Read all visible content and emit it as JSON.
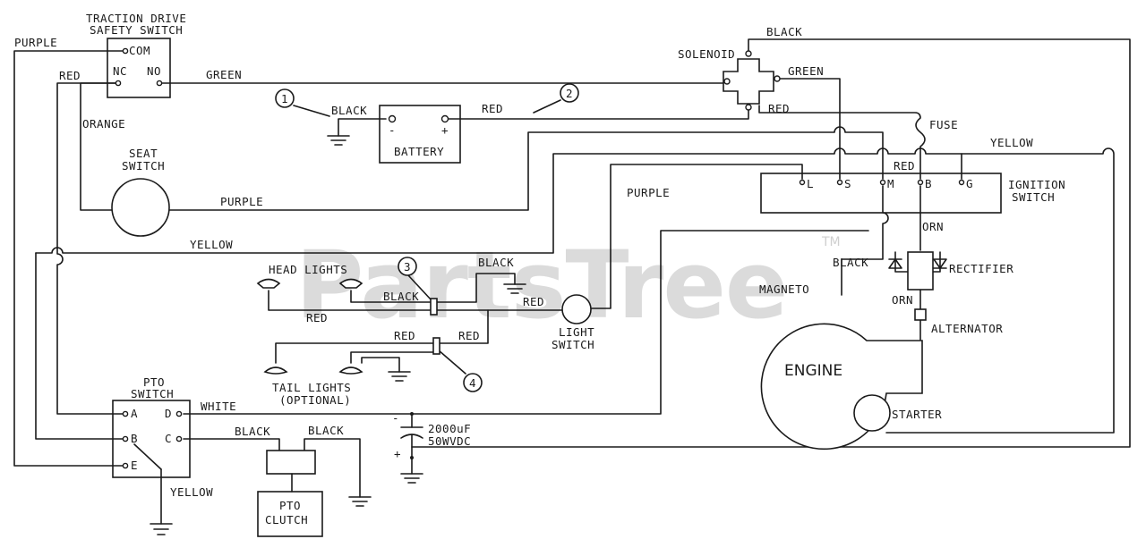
{
  "components": {
    "traction_switch": {
      "title1": "TRACTION DRIVE",
      "title2": "SAFETY SWITCH",
      "com": "COM",
      "nc": "NC",
      "no": "NO"
    },
    "seat_switch": {
      "line1": "SEAT",
      "line2": "SWITCH"
    },
    "battery": {
      "label": "BATTERY",
      "neg": "-",
      "pos": "+"
    },
    "solenoid": {
      "label": "SOLENOID"
    },
    "fuse": {
      "label": "FUSE"
    },
    "ignition_switch": {
      "line1": "IGNITION",
      "line2": "SWITCH",
      "terminals": [
        "L",
        "S",
        "M",
        "B",
        "G"
      ]
    },
    "head_lights": {
      "label": "HEAD LIGHTS"
    },
    "tail_lights": {
      "line1": "TAIL LIGHTS",
      "line2": "(OPTIONAL)"
    },
    "light_switch": {
      "line1": "LIGHT",
      "line2": "SWITCH"
    },
    "rectifier": {
      "label": "RECTIFIER"
    },
    "magneto": {
      "label": "MAGNETO"
    },
    "alternator": {
      "label": "ALTERNATOR"
    },
    "engine": {
      "label": "ENGINE"
    },
    "starter": {
      "label": "STARTER"
    },
    "pto_switch": {
      "line1": "PTO",
      "line2": "SWITCH",
      "terminals": [
        "A",
        "B",
        "E",
        "D",
        "C"
      ]
    },
    "pto_clutch": {
      "line1": "PTO",
      "line2": "CLUTCH"
    },
    "capacitor": {
      "line1": "2000uF",
      "line2": "50WVDC",
      "neg": "-",
      "pos": "+"
    }
  },
  "wires": {
    "purple": "PURPLE",
    "red": "RED",
    "green": "GREEN",
    "orange": "ORANGE",
    "black": "BLACK",
    "yellow": "YELLOW",
    "white": "WHITE",
    "orn": "ORN"
  },
  "callouts": [
    "1",
    "2",
    "3",
    "4"
  ],
  "watermark": {
    "text": "PartsTree",
    "tm": "TM"
  }
}
